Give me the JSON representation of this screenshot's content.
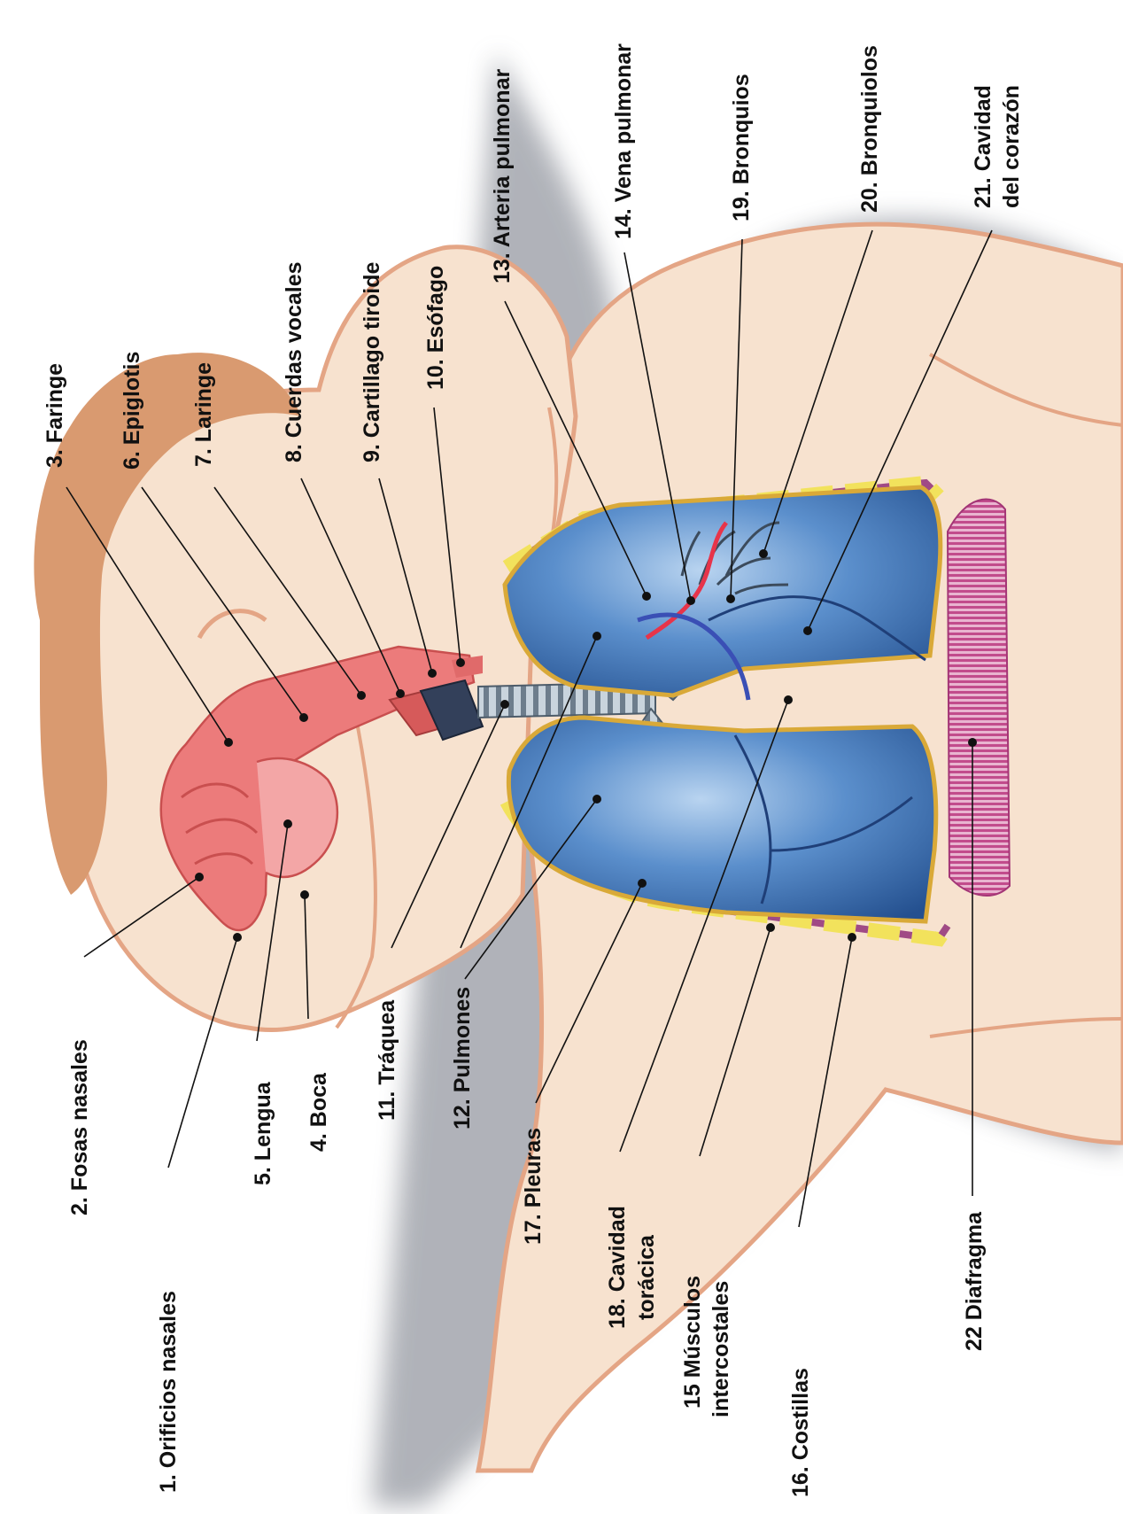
{
  "colors": {
    "background": "#ffffff",
    "skin": "#f7e2cf",
    "skin_outline": "#e4a585",
    "hair": "#d99a70",
    "airway": "#ec7b7b",
    "lung": "#4277b8",
    "lung_highlight": "#a8c8ea",
    "pleura": "#d9a938",
    "rib_yellow": "#f2e25c",
    "rib_purple": "#a04a85",
    "diaphragm": "#c24c8c",
    "shadow": "#6f7580",
    "artery": "#e7344a",
    "vein": "#3a4fb5"
  },
  "labels": [
    {
      "id": "orificios-nasales",
      "text": "1. Orificios nasales"
    },
    {
      "id": "fosas-nasales",
      "text": "2. Fosas nasales"
    },
    {
      "id": "faringe",
      "text": "3. Faringe"
    },
    {
      "id": "boca",
      "text": "4. Boca"
    },
    {
      "id": "lengua",
      "text": "5. Lengua"
    },
    {
      "id": "epiglotis",
      "text": "6. Epiglotis"
    },
    {
      "id": "laringe",
      "text": "7. Laringe"
    },
    {
      "id": "cuerdas-vocales",
      "text": "8. Cuerdas vocales"
    },
    {
      "id": "cartilago-tiroide",
      "text": "9. Cartillago tiroide"
    },
    {
      "id": "esofago",
      "text": "10. Esófago"
    },
    {
      "id": "traquea",
      "text": "11. Tráquea"
    },
    {
      "id": "pulmones",
      "text": "12. Pulmones"
    },
    {
      "id": "arteria-pulmonar",
      "text": "13. Arteria pulmonar"
    },
    {
      "id": "vena-pulmonar",
      "text": "14. Vena pulmonar"
    },
    {
      "id": "musculos-intercostales-1",
      "text": "15 Músculos"
    },
    {
      "id": "musculos-intercostales-2",
      "text": "intercostales"
    },
    {
      "id": "costillas",
      "text": "16. Costillas"
    },
    {
      "id": "pleuras",
      "text": "17. Pleuras"
    },
    {
      "id": "cavidad-toracica-1",
      "text": "18. Cavidad"
    },
    {
      "id": "cavidad-toracica-2",
      "text": "torácica"
    },
    {
      "id": "bronquios",
      "text": "19. Bronquios"
    },
    {
      "id": "bronquiolos",
      "text": "20. Bronquiolos"
    },
    {
      "id": "cavidad-corazon-1",
      "text": "21. Cavidad"
    },
    {
      "id": "cavidad-corazon-2",
      "text": "del corazón"
    },
    {
      "id": "diafragma",
      "text": "22 Diafragma"
    }
  ]
}
